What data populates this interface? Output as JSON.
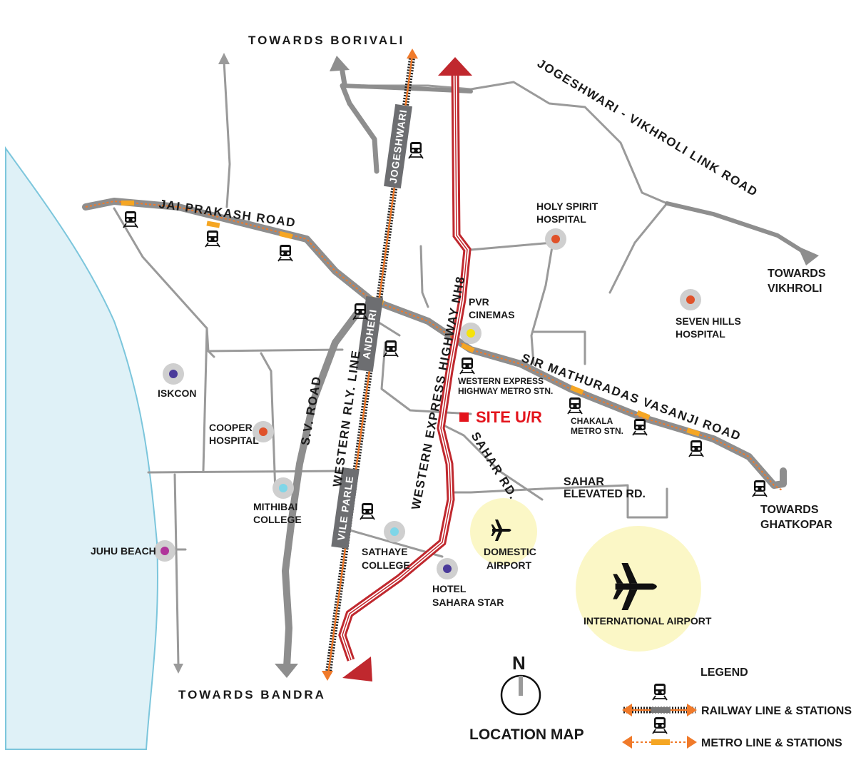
{
  "directions": {
    "north": "TOWARDS BORIVALI",
    "south": "TOWARDS BANDRA",
    "vikhroli": [
      "TOWARDS",
      "VIKHROLI"
    ],
    "ghatkopar": [
      "TOWARDS",
      "GHATKOPAR"
    ]
  },
  "roads": {
    "jvlr": "JOGESHWARI - VIKHROLI LINK ROAD",
    "jai_prakash": "JAI PRAKASH ROAD",
    "sv_road": "S.V. ROAD",
    "western_rly": "WESTERN RLY. LINE",
    "weh": "WESTERN EXPRESS HIGHWAY NH8",
    "sahar": "SAHAR RD.",
    "sahar_elevated": [
      "SAHAR",
      "ELEVATED RD."
    ],
    "mv_road": "SIR MATHURADAS VASANJI ROAD"
  },
  "stations": {
    "jogeshwari": "JOGESHWARI",
    "andheri": "ANDHERI",
    "vile_parle": "VILE PARLE",
    "weh_metro": [
      "WESTERN EXPRESS",
      "HIGHWAY METRO STN."
    ],
    "chakala": [
      "CHAKALA",
      "METRO STN."
    ]
  },
  "landmarks": {
    "holy_spirit": {
      "lines": [
        "HOLY SPIRIT",
        "HOSPITAL"
      ],
      "color": "#e0522a"
    },
    "seven_hills": {
      "lines": [
        "SEVEN HILLS",
        "HOSPITAL"
      ],
      "color": "#e0522a"
    },
    "pvr": {
      "lines": [
        "PVR",
        "CINEMAS"
      ],
      "color": "#f5e30a"
    },
    "iskcon": {
      "lines": [
        "ISKCON"
      ],
      "color": "#4a3a9a"
    },
    "cooper": {
      "lines": [
        "COOPER",
        "HOSPITAL"
      ],
      "color": "#e0522a"
    },
    "mithibai": {
      "lines": [
        "MITHIBAI",
        "COLLEGE"
      ],
      "color": "#7fd6e8"
    },
    "juhu": {
      "lines": [
        "JUHU BEACH"
      ],
      "color": "#b0359a"
    },
    "sathaye": {
      "lines": [
        "SATHAYE",
        "COLLEGE"
      ],
      "color": "#7fd6e8"
    },
    "sahara": {
      "lines": [
        "HOTEL",
        "SAHARA STAR"
      ],
      "color": "#4a3a9a"
    }
  },
  "airports": {
    "domestic": [
      "DOMESTIC",
      "AIRPORT"
    ],
    "international": "INTERNATIONAL AIRPORT"
  },
  "site": "SITE U/R",
  "compass": {
    "north": "N"
  },
  "map_title": "LOCATION MAP",
  "legend": {
    "title": "LEGEND",
    "railway": "RAILWAY LINE  & STATIONS",
    "metro": "METRO LINE & STATIONS"
  },
  "colors": {
    "sea": "#dff1f7",
    "road": "#999999",
    "highway": "#c0282e",
    "metro": "#f07a2a",
    "site": "#e3141c",
    "airport": "#fbf7c6"
  }
}
